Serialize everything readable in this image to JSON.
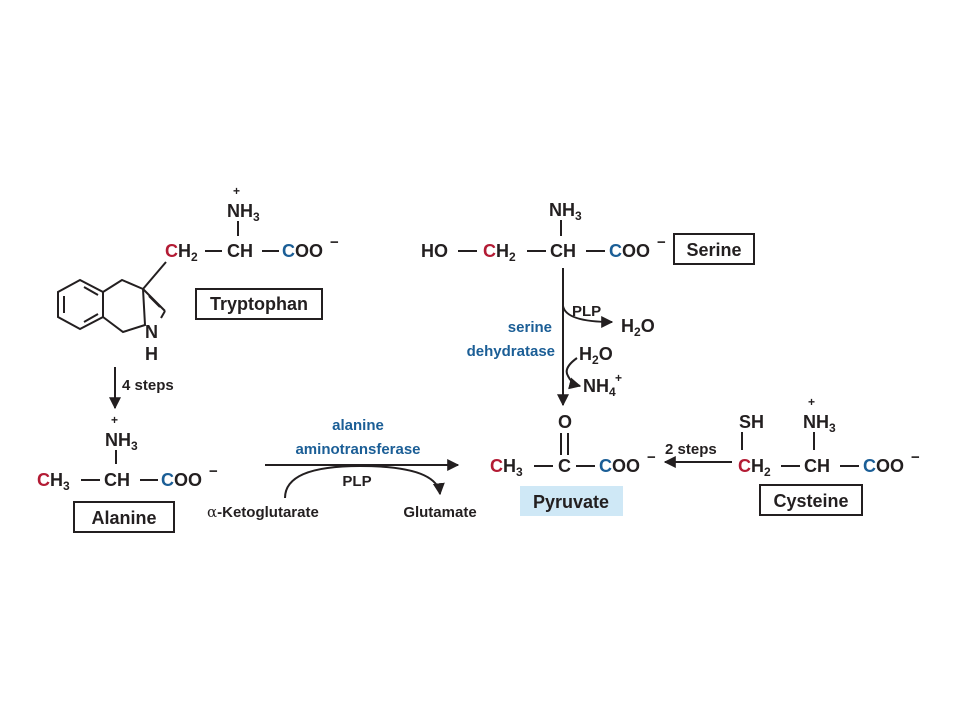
{
  "colors": {
    "text": "#231f20",
    "enzyme": "#1b5e96",
    "tracked_carbon": "#b31b34",
    "carboxyl_carbon": "#1b5e96",
    "pyruvate_highlight": "#cfe8f6"
  },
  "atoms": {
    "C": "C",
    "H": "H",
    "N": "N",
    "O": "O",
    "NH": "NH",
    "HO": "HO",
    "SH": "SH",
    "OO": "OO",
    "minus": "−",
    "plus": "+",
    "sub2": "2",
    "sub3": "3",
    "sub4": "4"
  },
  "compounds": {
    "tryptophan": "Tryptophan",
    "serine": "Serine",
    "alanine": "Alanine",
    "pyruvate": "Pyruvate",
    "cysteine": "Cysteine",
    "alpha_ketoglutarate_alpha": "α",
    "alpha_ketoglutarate": "-Ketoglutarate",
    "glutamate": "Glutamate"
  },
  "reactions": {
    "tryptophan_to_alanine": "4 steps",
    "cysteine_to_pyruvate": "2 steps",
    "serine_cofactor": "PLP",
    "serine_enzyme_line1": "serine",
    "serine_enzyme_line2": "dehydratase",
    "serine_product_1": "H",
    "serine_product_1b": "O",
    "serine_input_2": "H",
    "serine_input_2b": "O",
    "serine_product_2": "NH",
    "alanine_enzyme_line1": "alanine",
    "alanine_enzyme_line2": "aminotransferase",
    "alanine_cofactor": "PLP"
  }
}
